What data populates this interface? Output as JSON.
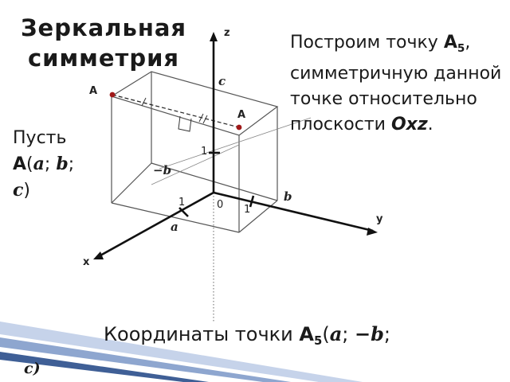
{
  "title": "Зеркальная симметрия",
  "let_block": {
    "word": "Пусть",
    "point": "A",
    "open": "(",
    "a": "a",
    "sep1": ";",
    "b": "b",
    "sep2": ";",
    "c": "c",
    "close": ")"
  },
  "right_block": {
    "line1": "Построим точку",
    "point": "A",
    "sub": "5",
    "line2": ", симметричную данной точке относительно плоскости",
    "plane": "Oxz",
    "end": "."
  },
  "bottom_block": {
    "text": "Координаты точки",
    "point": "A",
    "sub": "5",
    "open": "(",
    "a": "a",
    "sep1": ";",
    "neg_b": "−b",
    "sep2": ";",
    "tail": "c)"
  },
  "diagram": {
    "axis_z": "z",
    "axis_y": "y",
    "axis_x": "x",
    "origin": "0",
    "tick_z": "1",
    "tick_x": "1",
    "tick_y": "1",
    "coord_c": "c",
    "coord_a": "a",
    "coord_b": "b",
    "coord_neg_b": "−b",
    "point_A": "A",
    "point_A5": "A"
  },
  "colors": {
    "point": "#a01818",
    "axis": "#111111",
    "box": "#555555",
    "deco_blue": "#8ea6cf"
  }
}
